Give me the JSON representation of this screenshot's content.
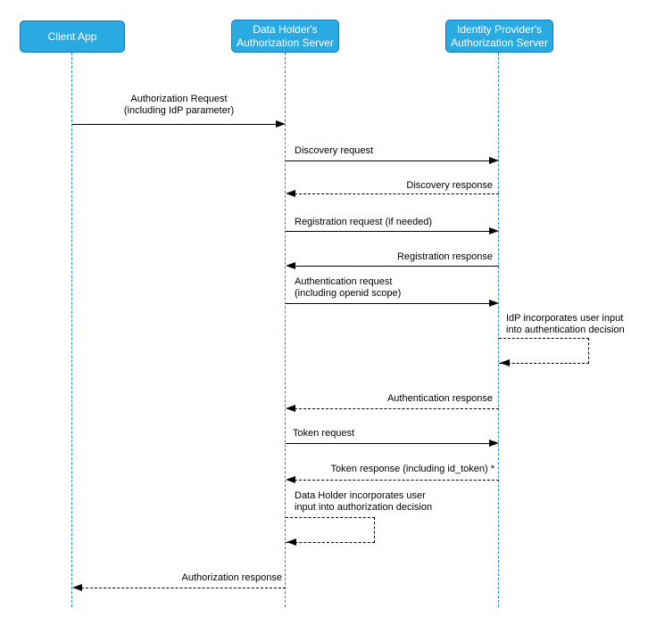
{
  "diagram": {
    "type": "sequence-diagram",
    "actors": [
      {
        "id": "client-app",
        "label": "Client App"
      },
      {
        "id": "data-holder-as",
        "label": "Data Holder's\nAuthorization Server"
      },
      {
        "id": "idp-as",
        "label": "Identity Provider's\nAuthorization Server"
      }
    ],
    "messages": [
      {
        "label": "Authorization Request\n(including IdP parameter)",
        "from": "client-app",
        "to": "data-holder-as",
        "style": "solid"
      },
      {
        "label": "Discovery request",
        "from": "data-holder-as",
        "to": "idp-as",
        "style": "solid"
      },
      {
        "label": "Discovery response",
        "from": "idp-as",
        "to": "data-holder-as",
        "style": "dashed"
      },
      {
        "label": "Registration request (if needed)",
        "from": "data-holder-as",
        "to": "idp-as",
        "style": "solid"
      },
      {
        "label": "Registration response",
        "from": "idp-as",
        "to": "data-holder-as",
        "style": "solid"
      },
      {
        "label": "Authentication request\n(including openid scope)",
        "from": "data-holder-as",
        "to": "idp-as",
        "style": "solid"
      },
      {
        "label": "IdP incorporates user input\ninto authentication decision",
        "from": "idp-as",
        "to": "idp-as",
        "style": "dashed-self"
      },
      {
        "label": "Authentication response",
        "from": "idp-as",
        "to": "data-holder-as",
        "style": "dashed"
      },
      {
        "label": "Token request",
        "from": "data-holder-as",
        "to": "idp-as",
        "style": "solid"
      },
      {
        "label": "Token response (including id_token) *",
        "from": "idp-as",
        "to": "data-holder-as",
        "style": "dashed"
      },
      {
        "label": "Data Holder incorporates user\ninput into authorization decision",
        "from": "data-holder-as",
        "to": "data-holder-as",
        "style": "dashed-self"
      },
      {
        "label": "Authorization response",
        "from": "data-holder-as",
        "to": "client-app",
        "style": "dashed"
      }
    ],
    "colors": {
      "actor_fill": "#29abe2",
      "actor_border": "#1277b8",
      "actor_text": "#ffffff",
      "lifeline": "#1e88c7",
      "message_line": "#000000",
      "message_text": "#000000",
      "background": "#ffffff"
    }
  }
}
